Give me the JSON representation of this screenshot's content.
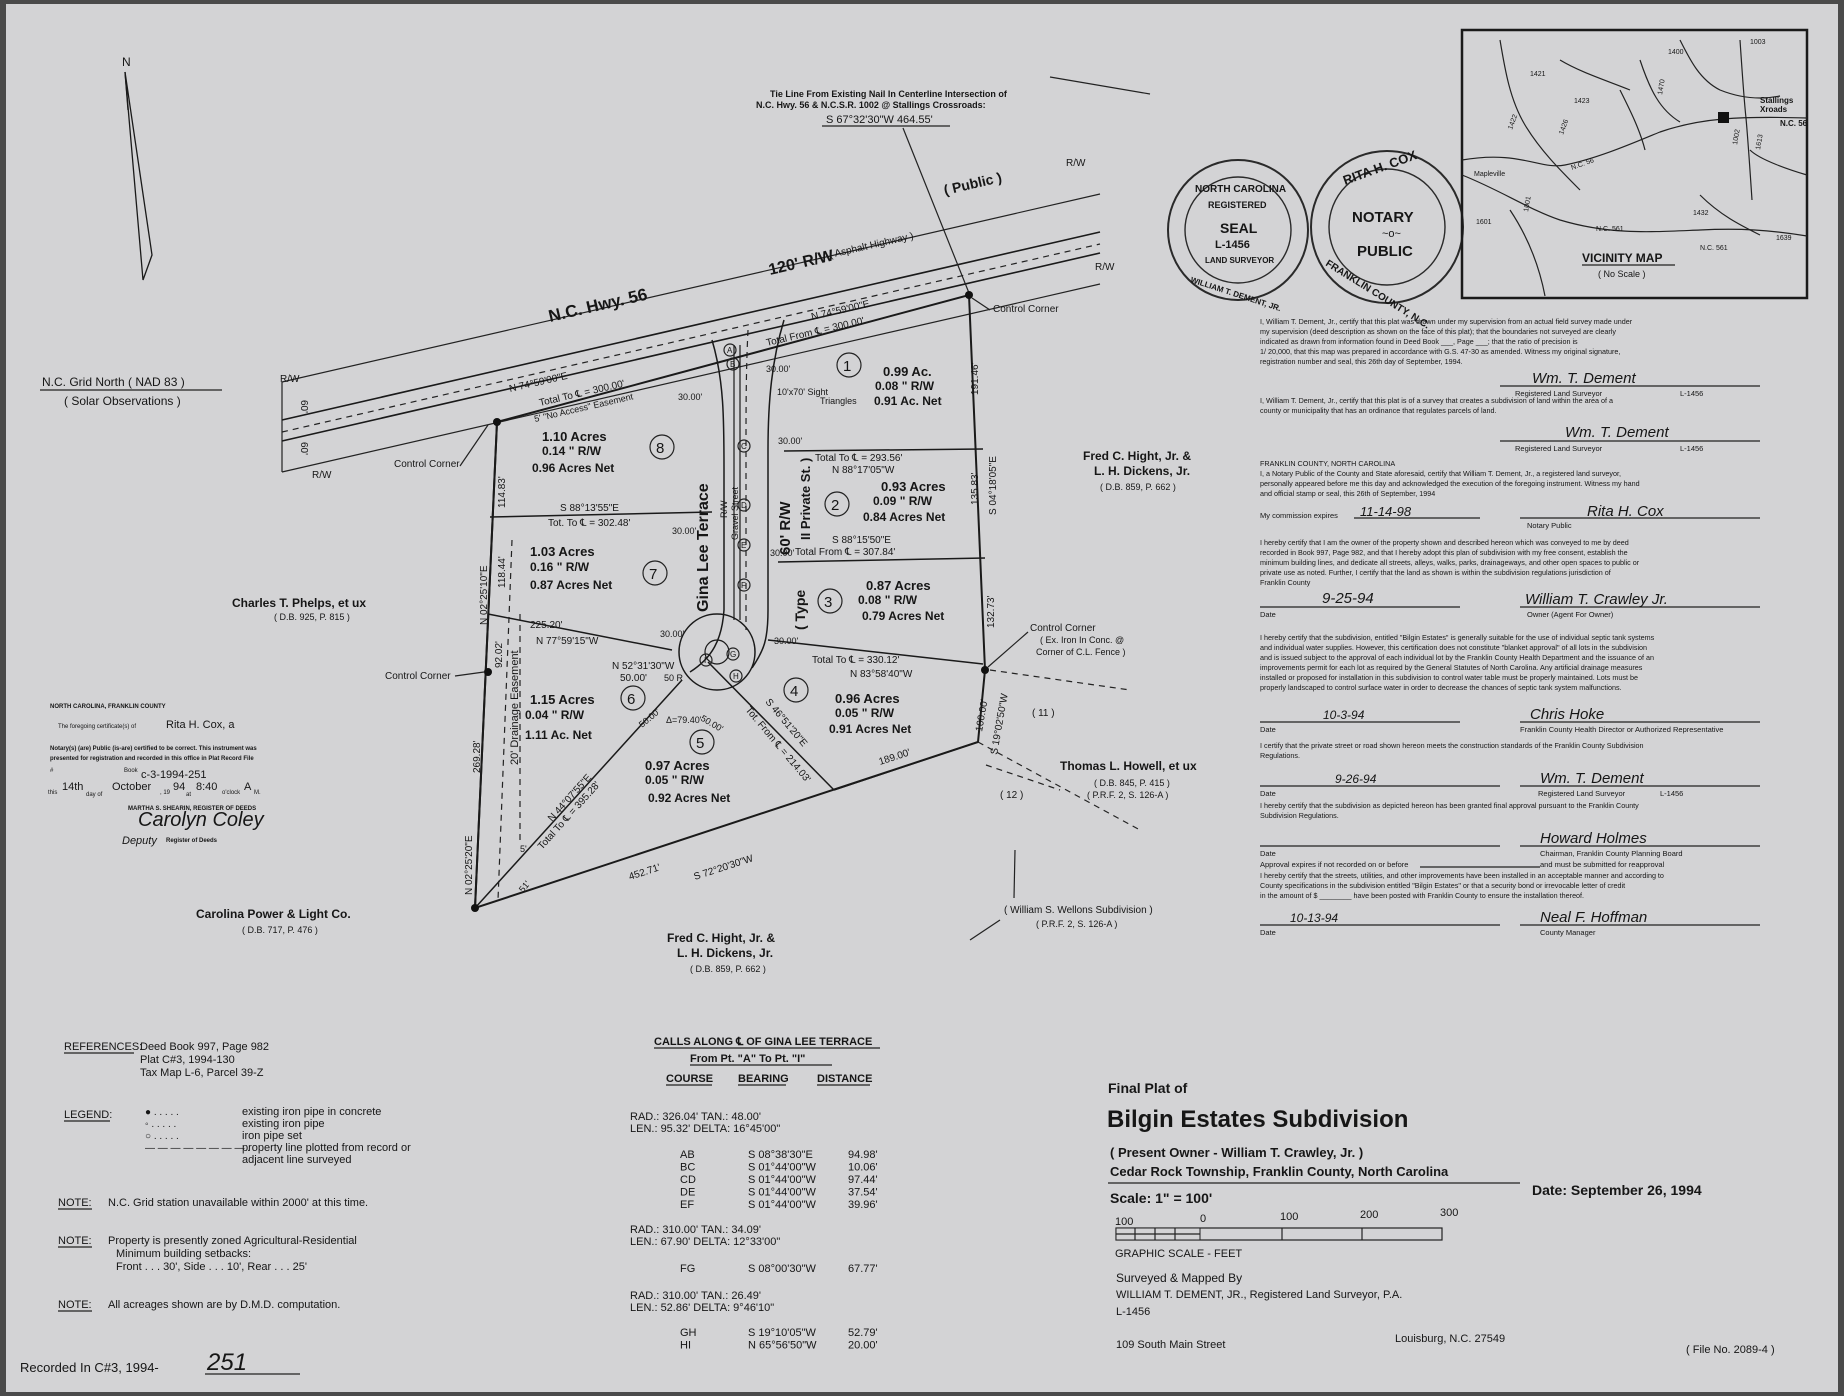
{
  "highway": {
    "name": "N.C. Hwy. 56",
    "row": "120' R/W",
    "public": "( Public )",
    "surface": "( Asphalt Highway )",
    "rw": "R/W",
    "ten_a": "60'",
    "ten_b": "60'"
  },
  "north": {
    "letter": "N",
    "grid_label": "N.C. Grid North  ( NAD 83 )",
    "grid_note": "( Solar Observations )"
  },
  "tie_line": {
    "line1": "Tie Line From Existing Nail In Centerline Intersection of",
    "line2": "N.C. Hwy. 56 & N.C.S.R. 1002 @ Stallings Crossroads:",
    "call": "S 67°32'30\"W     464.55'"
  },
  "seal_surveyor": {
    "top": "NORTH CAROLINA",
    "ring": "REGISTERED",
    "seal": "SEAL",
    "num": "L-1456",
    "bottom": "LAND SURVEYOR",
    "name": "WILLIAM T. DEMENT, JR."
  },
  "seal_notary": {
    "name": "RITA H. COX",
    "notary": "NOTARY",
    "public": "PUBLIC",
    "county": "FRANKLIN COUNTY, N.C."
  },
  "vicinity": {
    "title": "VICINITY MAP",
    "scale": "( No Scale )",
    "stallings": "Stallings",
    "xroads": "Xroads",
    "nc56a": "N.C. 56",
    "nc56b": "N.C. 56",
    "mapleville": "Mapleville",
    "nc561": "N.C. 561",
    "nc561b": "N.C. 561",
    "r1421": "1421",
    "r1423": "1423",
    "r1426": "1426",
    "r1422": "1422",
    "r1001": "1001",
    "r1470": "1470",
    "r1002": "1002",
    "r1003": "1003",
    "r1613": "1613",
    "r1639": "1639",
    "r1601": "1601",
    "r1400": "1400",
    "r1432": "1432"
  },
  "lots": [
    {
      "num": "1",
      "acres": "0.99 Ac.",
      "rw": "0.08 \" R/W",
      "net": "0.91 Ac. Net"
    },
    {
      "num": "2",
      "acres": "0.93 Acres",
      "rw": "0.09 \" R/W",
      "net": "0.84 Acres Net"
    },
    {
      "num": "3",
      "acres": "0.87 Acres",
      "rw": "0.08 \" R/W",
      "net": "0.79 Acres Net"
    },
    {
      "num": "4",
      "acres": "0.96 Acres",
      "rw": "0.05 \" R/W",
      "net": "0.91 Acres Net"
    },
    {
      "num": "5",
      "acres": "0.97 Acres",
      "rw": "0.05 \" R/W",
      "net": "0.92 Acres Net"
    },
    {
      "num": "6",
      "acres": "1.15 Acres",
      "rw": "0.04 \" R/W",
      "net": "1.11 Ac. Net"
    },
    {
      "num": "7",
      "acres": "1.03 Acres",
      "rw": "0.16 \" R/W",
      "net": "0.87 Acres Net"
    },
    {
      "num": "8",
      "acres": "1.10 Acres",
      "rw": "0.14 \" R/W",
      "net": "0.96 Acres Net"
    }
  ],
  "plat_labels": {
    "b1": "N 74°59'00\"E",
    "b1d": "Total From ℄ = 300.00'",
    "b2": "N 74°59'00\"E",
    "b2d": "Total To ℄ = 300.00'",
    "no_access": "5' \"No Access\" Easement",
    "sight": "10'x70' Sight",
    "sight2": "Triangles",
    "d30a": "30.00'",
    "d30b": "30.00'",
    "d30c": "30.00'",
    "d30d": "30.00'",
    "d30e": "30.00'",
    "d30f": "30.00'",
    "d30g": "30.00'",
    "b3": "Total To ℄ = 293.56'",
    "b3b": "N 88°17'05\"W",
    "b4": "S 88°13'55\"E",
    "b4d": "Tot. To ℄ = 302.48'",
    "b5": "S 88°15'50\"E",
    "b5d": "Total From ℄ = 307.84'",
    "b6": "225.20'",
    "b6b": "N 77°59'15\"W",
    "b7": "N 52°31'30\"W",
    "b7d": "50.00'",
    "b8": "Total To ℄ = 330.12'",
    "b8b": "N 83°58'40\"W",
    "b9": "S 46°51'20\"E",
    "b9d": "Tot. From ℄ = 214.03'",
    "b10": "N 44°07'55\"E",
    "b10d": "Total To ℄ = 395.28'",
    "b11": "452.71'",
    "b11b": "S 72°20'30\"W",
    "b12": "189.00'",
    "b13": "100.00'",
    "b13b": "S 19°02'50\"W",
    "b14": "132.73'",
    "b14b": "135.83'",
    "b14c": "S 04°18'05\"E",
    "b14d": "191.46'",
    "b15": "114.83'",
    "b15b": "118.44'",
    "b15c": "N 02°25'10\"E",
    "b15d": "92.02'",
    "b15e": "269.28'",
    "b15f": "N 02°25'20\"E",
    "chord": "50.00'",
    "chord2": "50.00'",
    "arc": "50 R",
    "arc2": "Δ=79.40'",
    "c51": "51'",
    "gina": "Gina Lee Terrace",
    "gravel": "Gravel Street",
    "row60": "60' R/W",
    "private": "II Private St. )",
    "type": "( Type",
    "rw_small": "R/W",
    "drain": "20' Drainage Easement",
    "five": "5'",
    "cc1": "Control Corner",
    "cc2": "Control Corner",
    "cc3": "Control Corner",
    "cc4": "Control Corner",
    "iron": "( Ex. Iron In Conc. @",
    "iron2": "Corner of C.L. Fence )",
    "p11": "( 11 )",
    "p12": "( 12 )",
    "pA": "A",
    "pB": "B",
    "pC": "C",
    "pD": "D",
    "pE": "E",
    "pF": "F",
    "pG": "G",
    "pH": "H",
    "pI": "I"
  },
  "owners": {
    "hight_ne": "Fred C. Hight, Jr. &",
    "hight_ne2": "L. H. Dickens, Jr.",
    "hight_ne3": "( D.B. 859, P. 662 )",
    "phelps": "Charles T. Phelps, et ux",
    "phelps2": "( D.B. 925, P. 815 )",
    "howell": "Thomas L. Howell, et ux",
    "howell2": "( D.B. 845, P. 415 )",
    "howell3": "( P.R.F. 2, S. 126-A )",
    "cpl": "Carolina Power & Light Co.",
    "cpl2": "( D.B. 717, P. 476 )",
    "hight_s": "Fred C. Hight, Jr. &",
    "hight_s2": "L. H. Dickens, Jr.",
    "hight_s3": "( D.B. 859, P. 662 )",
    "wellons": "( William S. Wellons Subdivision )",
    "wellons2": "( P.R.F. 2, S. 126-A )"
  },
  "register": {
    "l1": "NORTH CAROLINA, FRANKLIN COUNTY",
    "l2a": "The foregoing certificate(s) of",
    "l2b": "Rita H. Cox, a",
    "l3": "Notary(s) (are) Public (is-are) certified to be correct. This instrument was",
    "l4": "presented for registration and recorded in this office in Plat Record File",
    "l5a": "#",
    "l5b": "Book",
    "l5c": "c-3-1994-251",
    "l6a": "this",
    "l6b": "14th",
    "l6c": "day of",
    "l6d": "October",
    "l6e": ", 19",
    "l6f": "94",
    "l6g": "at",
    "l6h": "8:40",
    "l6i": "o'clock",
    "l6j": "A",
    "l6k": "M.",
    "l7": "MARTHA S. SHEARIN, REGISTER OF DEEDS",
    "sig": "Carolyn Coley",
    "l8a": "Deputy",
    "l8b": "Register of Deeds"
  },
  "certs": {
    "c1": [
      "I, William T. Dement, Jr., certify that this plat was drawn under my supervision from an actual field survey made under",
      "my supervision (deed description as shown on the face of this plat); that the boundaries not surveyed are clearly",
      "indicated as drawn from information found in Deed Book ___, Page ___; that the ratio of precision is",
      "1/ 20,000, that this map was prepared in accordance with G.S. 47-30 as amended. Witness my original signature,",
      "registration number and seal, this 26th day of September, 1994."
    ],
    "c1_sig": "Registered Land Surveyor",
    "c1_num": "L-1456",
    "c1_hand": "Wm. T. Dement",
    "c2": [
      "I, William T. Dement, Jr., certify that this plat is of a survey that creates a subdivision of land within the area of a",
      "county or municipality that has an ordinance that regulates parcels of land."
    ],
    "c2_sig": "Registered Land Surveyor",
    "c2_num": "L-1456",
    "c2_hand": "Wm. T. Dement",
    "c3": [
      "FRANKLIN COUNTY, NORTH CAROLINA",
      "I, a Notary Public of the County and State aforesaid, certify that William T. Dement, Jr., a registered land surveyor,",
      "personally appeared before me this day and acknowledged the execution of the foregoing instrument. Witness my hand",
      "and official stamp or seal, this 26th of September, 1994"
    ],
    "c3_exp": "My commission expires",
    "c3_date": "11-14-98",
    "c3_np": "Notary Public",
    "c3_hand": "Rita H. Cox",
    "c4": [
      "I hereby certify that I am the owner of the property shown and described hereon which was conveyed to me by deed",
      "recorded in Book 997, Page 982, and that I hereby adopt this plan of subdivision with my free consent, establish the",
      "minimum building lines, and dedicate all streets, alleys, walks, parks, drainageways, and other open spaces to public or",
      "private use as noted.  Further, I certify that the land as shown is within the subdivision regulations jurisdiction of",
      "Franklin County"
    ],
    "c4_date": "Date",
    "c4_dval": "9-25-94",
    "c4_owner": "Owner (Agent For Owner)",
    "c4_hand": "William T. Crawley Jr.",
    "c5": [
      "I hereby certify that the subdivision, entitled \"Bilgin Estates\" is generally suitable for the use of individual septic tank systems",
      "and individual water supplies.  However, this certification does not constitute \"blanket approval\" of all lots in the subdivision",
      "and is issued subject to the approval of each individual lot by the Franklin County Health Department and the issuance of an",
      "improvements permit for each lot as required by the General Statutes of North Carolina.  Any artificial drainage measures",
      "installed or proposed for installation in this subdivision to control water table must be properly maintained.  Lots must be",
      "properly landscaped to control surface water in order to decrease the chances of septic tank system malfunctions."
    ],
    "c5_date": "Date",
    "c5_dval": "10-3-94",
    "c5_sig": "Franklin County Health Director or Authorized Representative",
    "c5_hand": "Chris Hoke",
    "c6": [
      "I certify that the private street or road shown hereon meets the construction standards of the Franklin County Subdivision",
      "Regulations."
    ],
    "c6_date": "Date",
    "c6_dval": "9-26-94",
    "c6_sig": "Registered Land Surveyor",
    "c6_num": "L-1456",
    "c6_hand": "Wm. T. Dement",
    "c7": [
      "I hereby certify that the subdivision as depicted hereon has been granted final approval pursuant to the Franklin County",
      "Subdivision Regulations."
    ],
    "c7_date": "Date",
    "c7_exp": "Approval expires if not recorded on or before",
    "c7_chair": "Chairman, Franklin County Planning Board",
    "c7_chair2": "and must be submitted for reapproval",
    "c7_hand": "Howard Holmes",
    "c8": [
      "I hereby certify that the streets, utilities, and other improvements have been installed in an acceptable manner and according to",
      "County specifications in the subdivision entitled \"Bilgin Estates\" or that a security bond or irrevocable letter of credit",
      "in the amount of $ ________ have been posted with Franklin County to ensure the installation thereof."
    ],
    "c8_date": "Date",
    "c8_dval": "10-13-94",
    "c8_sig": "County Manager",
    "c8_hand": "Neal F. Hoffman"
  },
  "references": {
    "label": "REFERENCES:",
    "l1": "Deed Book 997, Page 982",
    "l2": "Plat C#3, 1994-130",
    "l3": "Tax Map L-6, Parcel 39-Z"
  },
  "legend": {
    "label": "LEGEND:",
    "items": [
      {
        "sym": "●  . . . . .",
        "text": "existing iron pipe in concrete"
      },
      {
        "sym": "◦  . . . . .",
        "text": "existing iron pipe"
      },
      {
        "sym": "○  . . . . .",
        "text": "iron pipe set"
      },
      {
        "sym": "— — — — — — — — .",
        "text": "property line plotted from record or"
      },
      {
        "sym": "",
        "text": "adjacent line surveyed"
      }
    ]
  },
  "notes": [
    {
      "label": "NOTE:",
      "lines": [
        "N.C. Grid station unavailable within 2000' at this time."
      ]
    },
    {
      "label": "NOTE:",
      "lines": [
        "Property is presently zoned Agricultural-Residential",
        "Minimum building setbacks:",
        "Front . . . 30', Side . . . 10', Rear . . . 25'"
      ]
    },
    {
      "label": "NOTE:",
      "lines": [
        "All acreages shown are by D.M.D. computation."
      ]
    }
  ],
  "recorded": {
    "label": "Recorded In C#3, 1994-",
    "num": "251"
  },
  "calls": {
    "title": "CALLS ALONG ℄ OF GINA LEE TERRACE",
    "sub": "From Pt. \"A\" To Pt. \"I\"",
    "h_course": "COURSE",
    "h_bearing": "BEARING",
    "h_distance": "DISTANCE",
    "curve1": {
      "l1": "RAD.: 326.04'  TAN.: 48.00'",
      "l2": "LEN.: 95.32'  DELTA: 16°45'00\""
    },
    "rows1": [
      {
        "c": "AB",
        "b": "S 08°38'30\"E",
        "d": "94.98'"
      },
      {
        "c": "BC",
        "b": "S 01°44'00\"W",
        "d": "10.06'"
      },
      {
        "c": "CD",
        "b": "S 01°44'00\"W",
        "d": "97.44'"
      },
      {
        "c": "DE",
        "b": "S 01°44'00\"W",
        "d": "37.54'"
      },
      {
        "c": "EF",
        "b": "S 01°44'00\"W",
        "d": "39.96'"
      }
    ],
    "curve2": {
      "l1": "RAD.: 310.00'  TAN.: 34.09'",
      "l2": "LEN.: 67.90'  DELTA: 12°33'00\""
    },
    "rows2": [
      {
        "c": "FG",
        "b": "S 08°00'30\"W",
        "d": "67.77'"
      }
    ],
    "curve3": {
      "l1": "RAD.: 310.00'  TAN.: 26.49'",
      "l2": "LEN.: 52.86'  DELTA: 9°46'10\""
    },
    "rows3": [
      {
        "c": "GH",
        "b": "S 19°10'05\"W",
        "d": "52.79'"
      },
      {
        "c": "HI",
        "b": "N 65°56'50\"W",
        "d": "20.00'"
      }
    ]
  },
  "title_block": {
    "final": "Final Plat of",
    "name": "Bilgin Estates Subdivision",
    "owner": "( Present Owner - William T. Crawley, Jr. )",
    "location": "Cedar Rock Township, Franklin County, North Carolina",
    "scale": "Scale:  1\" = 100'",
    "date": "Date:  September 26, 1994",
    "s100": "100",
    "s0": "0",
    "s100b": "100",
    "s200": "200",
    "s300": "300",
    "graphic": "GRAPHIC SCALE - FEET",
    "surveyed": "Surveyed & Mapped By",
    "firm": "WILLIAM T. DEMENT, JR., Registered Land Surveyor, P.A.",
    "lic": "L-1456",
    "street": "109 South Main Street",
    "city": "Louisburg, N.C.   27549",
    "file": "( File No. 2089-4 )"
  }
}
